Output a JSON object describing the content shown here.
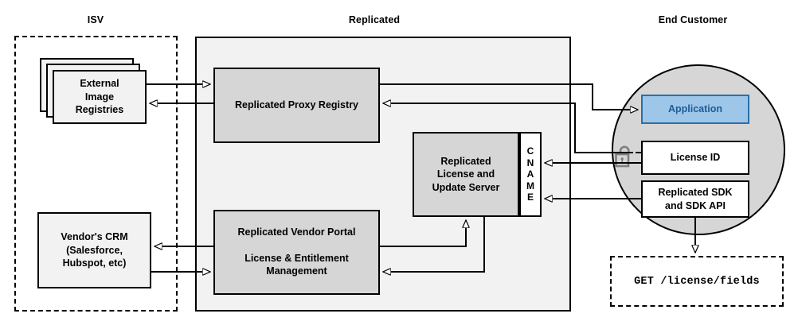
{
  "diagram": {
    "title_zones": [
      {
        "id": "isv",
        "label": "ISV"
      },
      {
        "id": "replicated",
        "label": "Replicated"
      },
      {
        "id": "end_customer",
        "label": "End Customer"
      }
    ],
    "isv": {
      "external_registries": "External\nImage\nRegistries",
      "external_registries_lines": [
        "External",
        "Image",
        "Registries"
      ],
      "vendor_crm_lines": [
        "Vendor's CRM",
        "(Salesforce,",
        "Hubspot, etc)"
      ]
    },
    "replicated": {
      "proxy_registry": "Replicated Proxy Registry",
      "license_update_server_lines": [
        "Replicated",
        "License and",
        "Update Server"
      ],
      "cname_letters": [
        "C",
        "N",
        "A",
        "M",
        "E"
      ],
      "cname_label": "CNAME",
      "vendor_portal_line1": "Replicated Vendor Portal",
      "vendor_portal_line2": "License & Entitlement",
      "vendor_portal_line3": "Management"
    },
    "end_customer": {
      "application": "Application",
      "license_id": "License ID",
      "sdk_lines": [
        "Replicated SDK",
        "and SDK API"
      ],
      "lock_icon": "unlocked-padlock-icon",
      "api_call": "GET /license/fields"
    },
    "colors": {
      "panel_fill": "#f2f2f2",
      "node_fill": "#d6d6d6",
      "white_fill": "#ffffff",
      "application_fill": "#9dc6e8",
      "application_border": "#2a6fa8",
      "application_text": "#1f5d96",
      "stroke": "#000000",
      "lock_stroke": "#808080"
    }
  }
}
